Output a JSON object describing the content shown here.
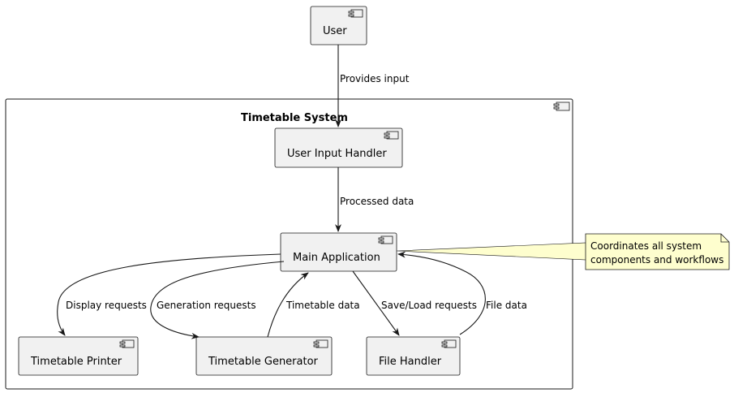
{
  "diagram": {
    "system_title": "Timetable System",
    "components": {
      "user": "User",
      "input_handler": "User Input Handler",
      "main_app": "Main Application",
      "printer": "Timetable Printer",
      "generator": "Timetable Generator",
      "file_handler": "File Handler"
    },
    "edges": {
      "provides_input": "Provides input",
      "processed_data": "Processed data",
      "display_requests": "Display requests",
      "generation_requests": "Generation requests",
      "timetable_data": "Timetable data",
      "save_load_requests": "Save/Load requests",
      "file_data": "File data"
    },
    "note": {
      "line1": "Coordinates all system",
      "line2": "components and workflows"
    }
  }
}
